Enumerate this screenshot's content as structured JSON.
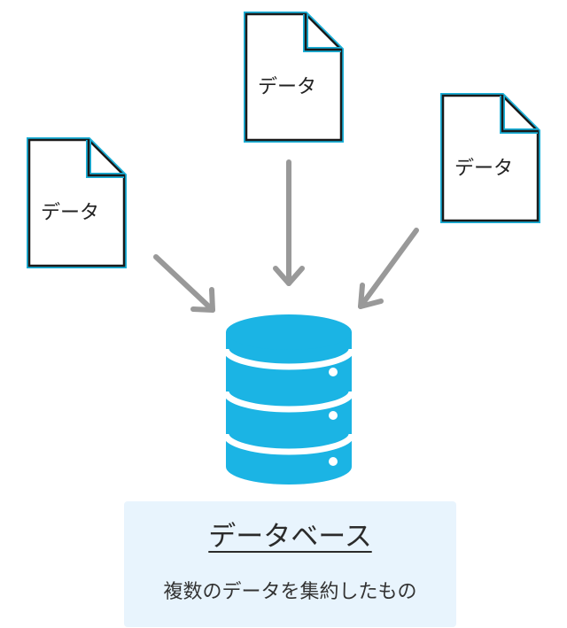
{
  "documents": [
    {
      "label": "データ"
    },
    {
      "label": "データ"
    },
    {
      "label": "データ"
    }
  ],
  "database": {
    "title": "データベース",
    "description": "複数のデータを集約したもの"
  },
  "colors": {
    "document_fill": "#ffffff",
    "document_stroke": "#1a1a1a",
    "document_glow": "#1ab0d8",
    "arrow": "#999999",
    "database_fill": "#1bb4e4",
    "database_line": "#ffffff",
    "caption_background": "#e8f4fd"
  }
}
